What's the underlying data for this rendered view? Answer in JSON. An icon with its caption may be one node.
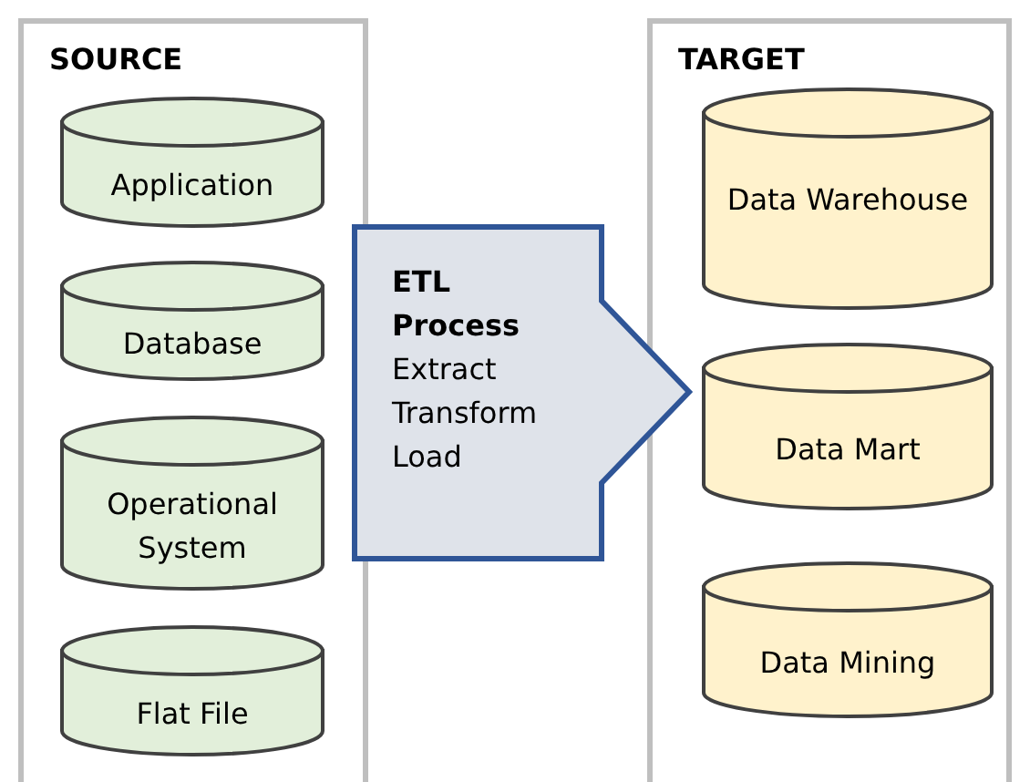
{
  "diagram": {
    "nodes": [
      {
        "text": [
          "SOURCE"
        ]
      },
      {
        "text": [
          "Application"
        ],
        "in": 0
      },
      {
        "text": [
          "Database"
        ],
        "in": 0
      },
      {
        "text": [
          "Operational System"
        ],
        "in": 0
      },
      {
        "text": [
          "Flat File"
        ],
        "in": 0
      },
      {
        "text": [
          "ETL Process",
          "Extract Transform Load"
        ]
      },
      {
        "text": [
          "TARGET"
        ]
      },
      {
        "text": [
          "Data Warehouse"
        ],
        "in": 6
      },
      {
        "text": [
          "Data Mart"
        ],
        "in": 6
      },
      {
        "text": [
          "Data Mining"
        ],
        "in": 6
      }
    ]
  }
}
